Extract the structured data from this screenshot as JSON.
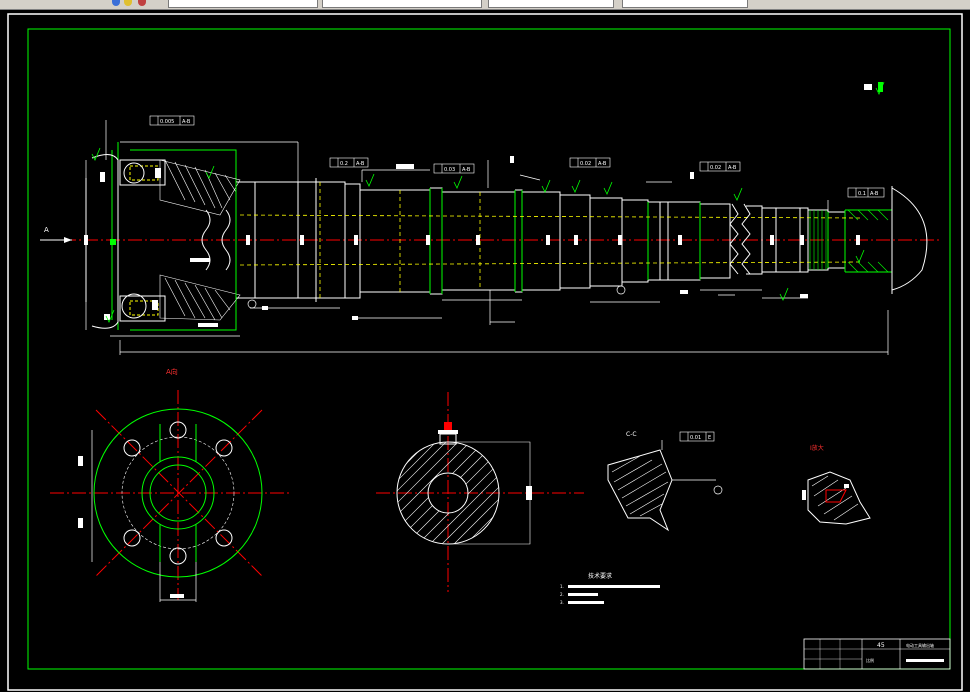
{
  "toolbar": {
    "fields": [
      "",
      "",
      "",
      "",
      ""
    ]
  },
  "drawing": {
    "datum_arrow_label": "A",
    "view_a_label": "A向",
    "section_cc_label": "C-C",
    "detail_label": "I放大",
    "gdt_frames": [
      {
        "tol": "0.005",
        "ref": "A-B"
      },
      {
        "tol": "0.2",
        "ref": "A-B"
      },
      {
        "tol": "0.03",
        "ref": "A-B"
      },
      {
        "tol": "0.02",
        "ref": "A-B"
      },
      {
        "tol": "0.02",
        "ref": "A-B"
      },
      {
        "tol": "0.1",
        "ref": "A-B"
      },
      {
        "tol": "0.01",
        "ref": "E"
      }
    ],
    "tech_req_title": "技术要求",
    "tech_req_lines": [
      "1.",
      "2.",
      "3."
    ],
    "title_block": {
      "material": "45",
      "drawing_name": "电动工具输出轴",
      "row_label": "比例"
    }
  },
  "colors": {
    "frame": "#00ff00",
    "lines": "#ffffff",
    "centerline": "#ff0000",
    "hidden": "#ffff00",
    "background": "#000000"
  }
}
